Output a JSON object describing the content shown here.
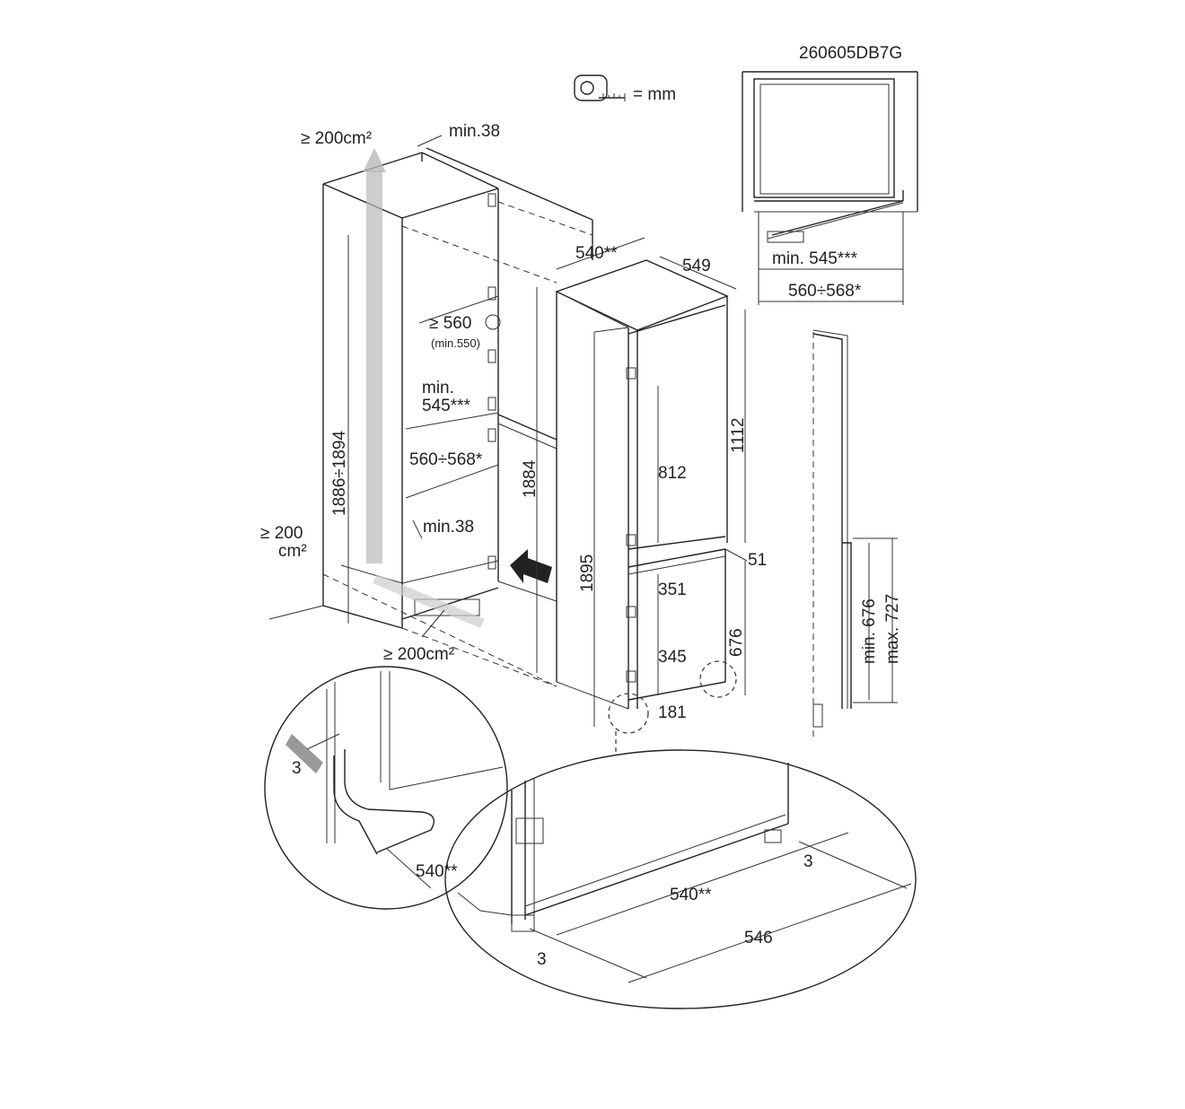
{
  "doc_code": "260605DB7G",
  "legend": {
    "unit_label": "= mm"
  },
  "vent": {
    "top": "≥ 200cm²",
    "bottom_line1": "≥ 200",
    "bottom_line2": "cm²",
    "floor": "≥ 200cm²"
  },
  "niche": {
    "min38_top": "min.38",
    "width_ok": "≥ 560",
    "width_ok_min": "(min.550)",
    "depth_min_1": "min.",
    "depth_min_2": "545***",
    "width_range": "560÷568*",
    "min38_bottom": "min.38",
    "height_range": "1886÷1894",
    "height_inner": "1884"
  },
  "appliance": {
    "depth_540": "540**",
    "depth_549": "549",
    "height": "1895",
    "upper": "1112",
    "door_upper": "812",
    "gap": "51",
    "door_lower_1": "351",
    "door_lower_2": "345",
    "lower": "676",
    "foot": "181"
  },
  "topview": {
    "min_depth": "min. 545***",
    "width_range": "560÷568*"
  },
  "side_profile": {
    "min": "min. 676",
    "max": "max. 727"
  },
  "detail_left": {
    "gap": "3",
    "depth": "540**"
  },
  "detail_bottom": {
    "gap_right": "3",
    "depth": "540**",
    "total": "546",
    "gap_left": "3"
  }
}
